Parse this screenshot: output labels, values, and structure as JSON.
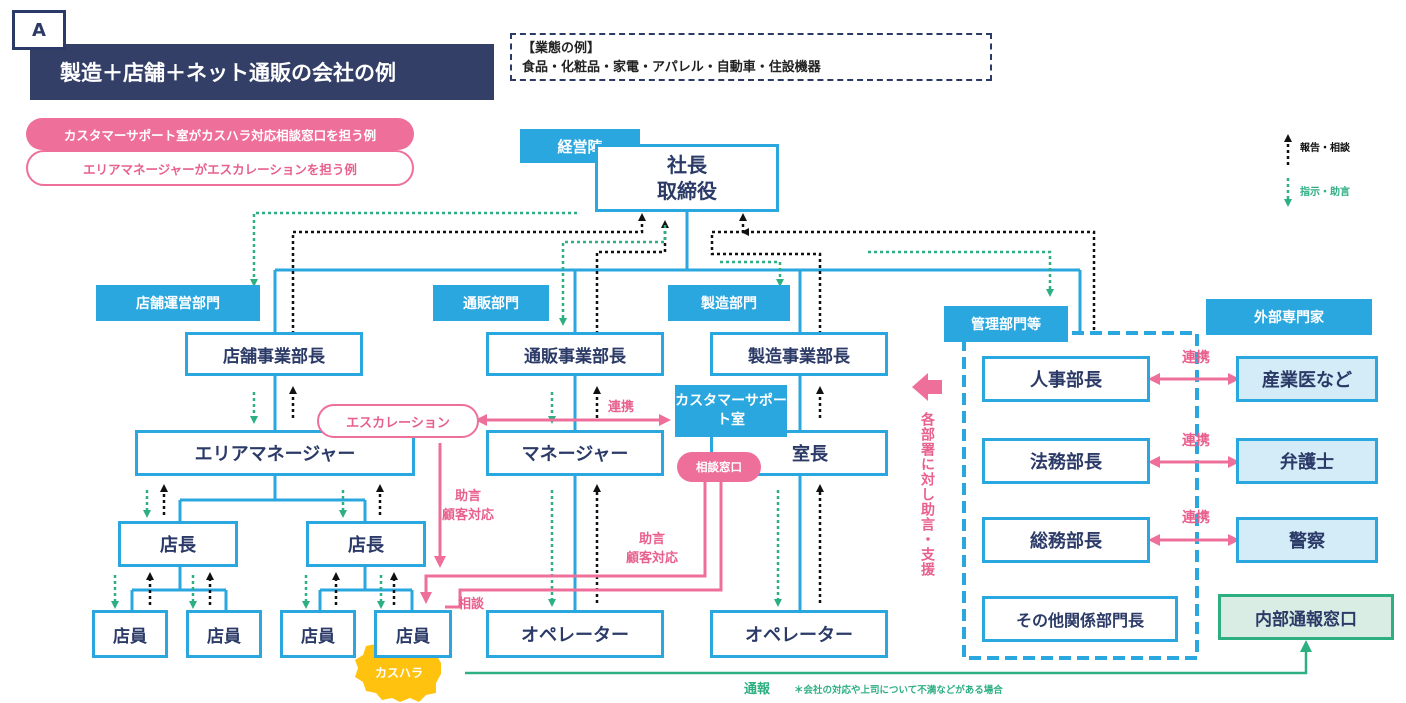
{
  "badge": "A",
  "title": "製造＋店舗＋ネット通販の会社の例",
  "business_examples": {
    "heading": "【業態の例】",
    "list": "食品・化粧品・家電・アパレル・自動車・住設機器"
  },
  "legend_pills": {
    "pink": "カスタマーサポート室がカスハラ対応相談窓口を担う例",
    "outline": "エリアマネージャーがエスカレーションを担う例"
  },
  "arrow_legend": {
    "report": "報告・相談",
    "instruct": "指示・助言"
  },
  "org": {
    "management_label": "経営陣",
    "president": "社長",
    "directors": "取締役",
    "store_dept": "店舗運営部門",
    "ec_dept": "通販部門",
    "mfg_dept": "製造部門",
    "admin_dept": "管理部門等",
    "external_label": "外部専門家",
    "store_head": "店舗事業部長",
    "ec_head": "通販事業部長",
    "mfg_head": "製造事業部長",
    "area_manager": "エリアマネージャー",
    "ec_manager": "マネージャー",
    "mfg_room_head": "室長",
    "customer_support": "カスタマーサポート室",
    "consult_window": "相談窓口",
    "store_manager_1": "店長",
    "store_manager_2": "店長",
    "staff_1": "店員",
    "staff_2": "店員",
    "staff_3": "店員",
    "staff_4": "店員",
    "operator_1": "オペレーター",
    "operator_2": "オペレーター",
    "hr_head": "人事部長",
    "legal_head": "法務部長",
    "general_affairs_head": "総務部長",
    "other_heads": "その他関係部門長",
    "occupational_doctor": "産業医など",
    "lawyer": "弁護士",
    "police": "警察",
    "whistleblower_window": "内部通報窓口"
  },
  "annotations": {
    "escalation": "エスカレーション",
    "cooperation_main": "連携",
    "cooperation_1": "連携",
    "cooperation_2": "連携",
    "cooperation_3": "連携",
    "advice_line1": "助言",
    "advice_line2": "顧客対応",
    "advice2_line1": "助言",
    "advice2_line2": "顧客対応",
    "consult": "相談",
    "support_vertical": "各部署に対し助言・支援",
    "kasuhara": "カスハラ",
    "whistle_report": "通報",
    "whistle_note": "＊会社の対応や上司について不満などがある場合"
  },
  "colors": {
    "navy": "#2b3a67",
    "title_bg": "#333f66",
    "blue": "#2aa7df",
    "pink": "#ef6f9b",
    "green": "#2eaf82",
    "yellow": "#ffc20e",
    "external_fill": "#d3ecf8",
    "whistle_fill": "#d9ede4"
  }
}
